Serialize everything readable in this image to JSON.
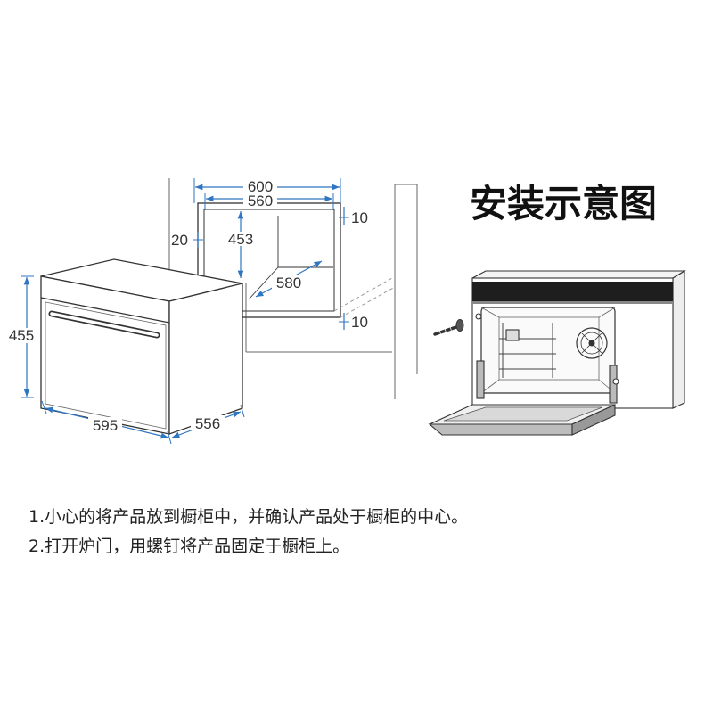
{
  "title": "安装示意图",
  "dimensions": {
    "cabinet_outer_width": "600",
    "cabinet_inner_width": "560",
    "gap_top": "10",
    "gap_left": "20",
    "opening_height": "453",
    "opening_depth": "580",
    "gap_bottom": "10",
    "oven_height": "455",
    "oven_width": "595",
    "oven_depth": "556"
  },
  "instructions": [
    "1.小心的将产品放到橱柜中，并确认产品处于橱柜的中心。",
    "2.打开炉门，用螺钉将产品固定于橱柜上。"
  ],
  "colors": {
    "dimension": "#2f76c0",
    "outline": "#333333",
    "control_panel": "#1e1e1e"
  }
}
